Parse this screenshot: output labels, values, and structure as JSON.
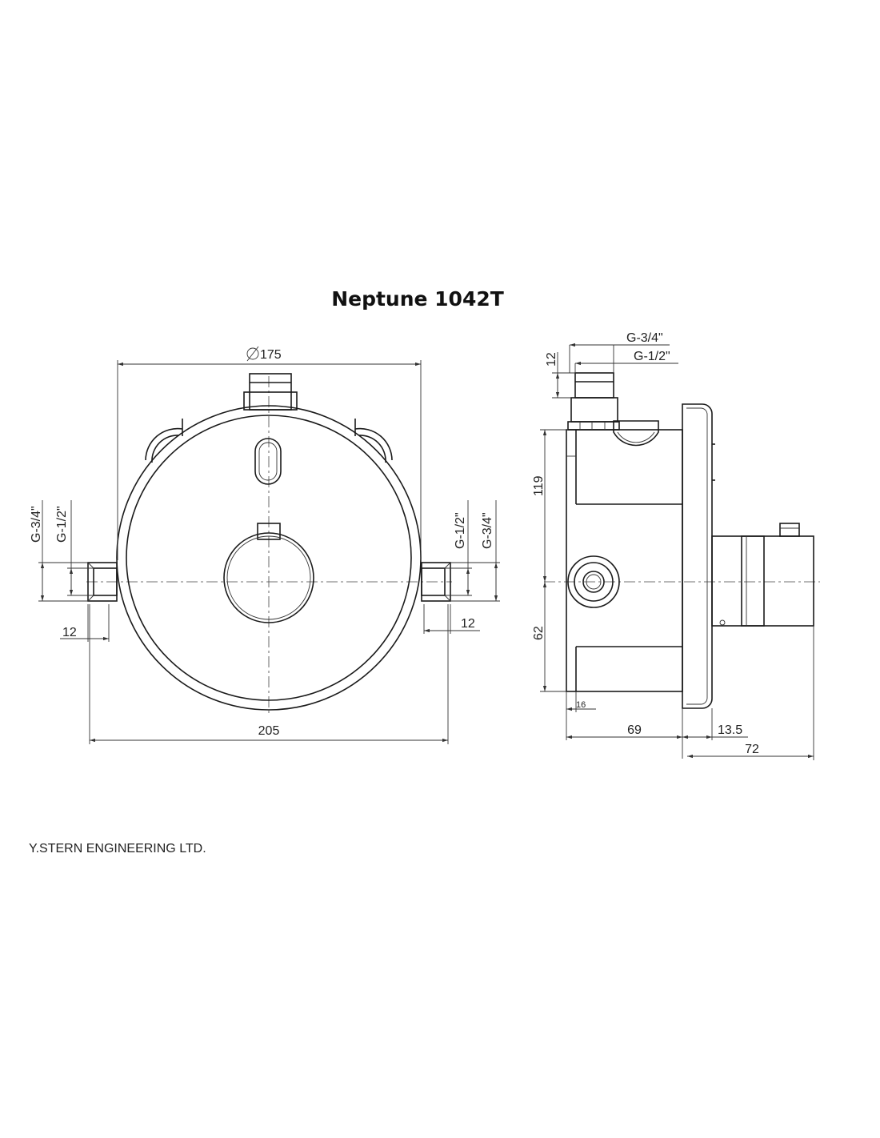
{
  "title": "Neptune 1042T",
  "company": "Y.STERN ENGINEERING LTD.",
  "front_view": {
    "diameter": "175",
    "width": "205",
    "left_outer_thread": "G-3/4\"",
    "left_inner_thread": "G-1/2\"",
    "right_inner_thread": "G-1/2\"",
    "right_outer_thread": "G-3/4\"",
    "left_nipple_length": "12",
    "right_nipple_length": "12"
  },
  "side_view": {
    "top_outer_thread": "G-3/4\"",
    "top_inner_thread": "G-1/2\"",
    "top_nipple_length": "12",
    "upper_height": "119",
    "lower_height": "62",
    "flange_thickness": "16",
    "body_depth": "69",
    "plate_offset": "13.5",
    "handle_depth": "72"
  }
}
